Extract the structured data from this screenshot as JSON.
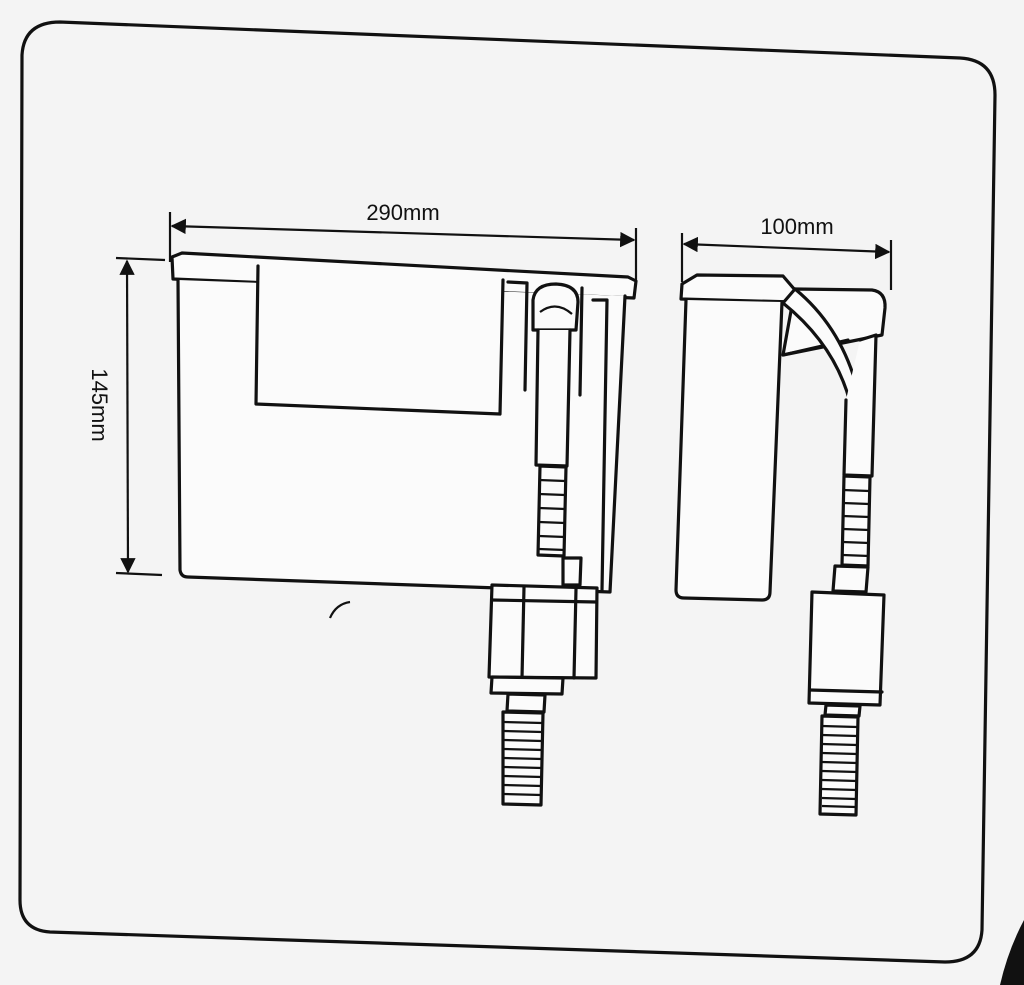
{
  "dimensions": {
    "width_label": "290mm",
    "depth_label": "100mm",
    "height_label": "145mm"
  },
  "views": {
    "front": "front-view",
    "side": "side-view"
  },
  "colors": {
    "background": "#f4f4f4",
    "line": "#111111"
  }
}
